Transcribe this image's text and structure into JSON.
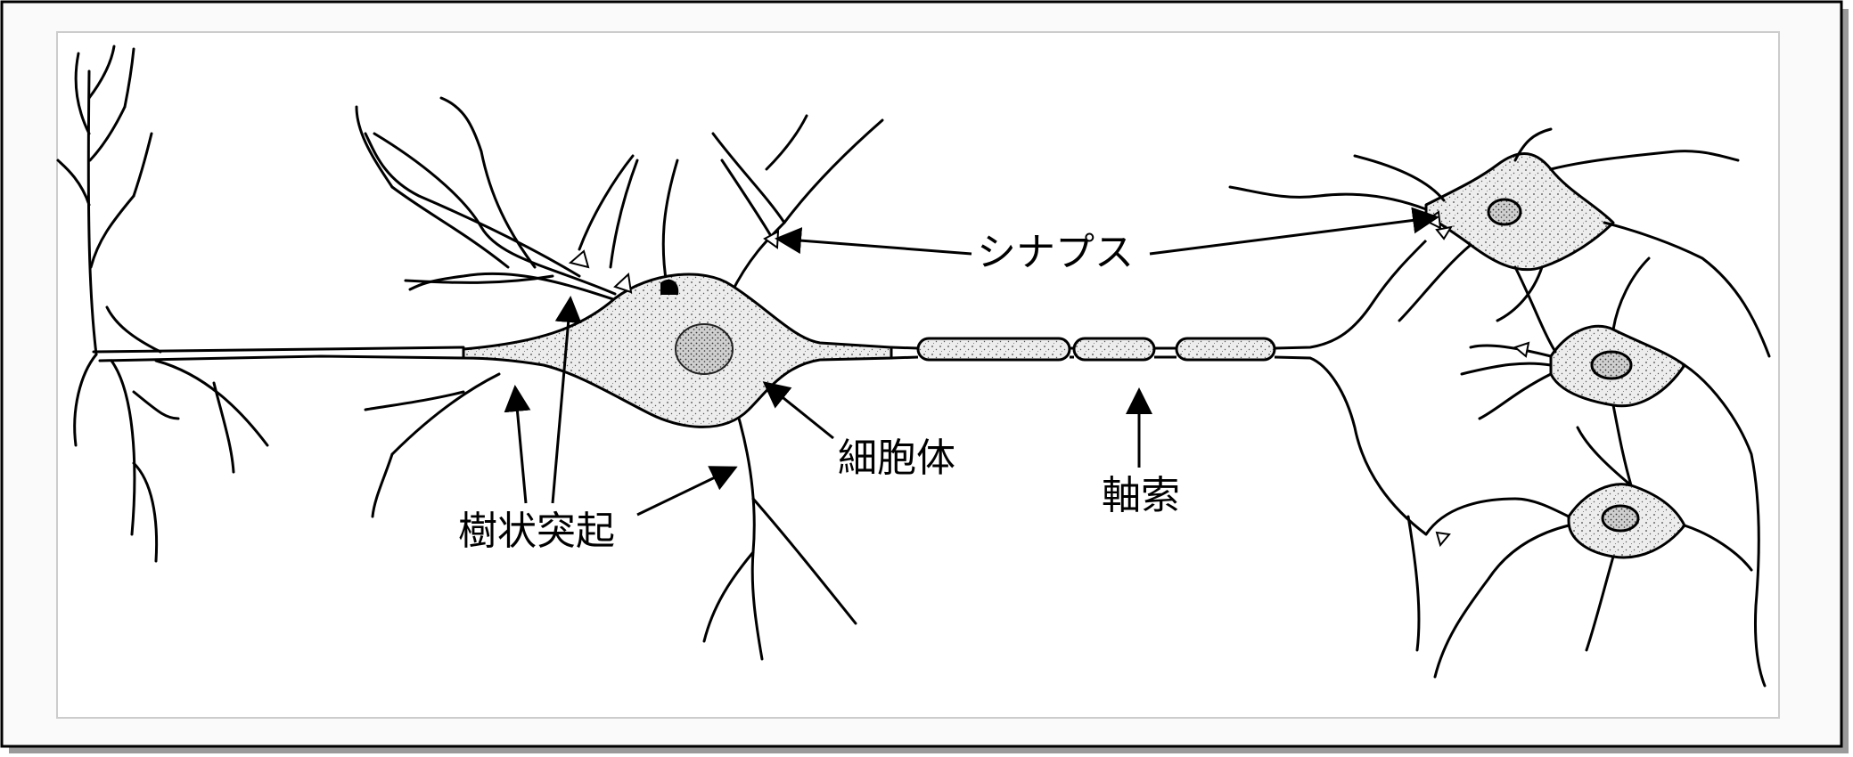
{
  "diagram": {
    "labels": {
      "synapse": "シナプス",
      "cell_body": "細胞体",
      "axon": "軸索",
      "dendrite": "樹状突起"
    },
    "colors": {
      "ink": "#000000",
      "cell_fill": "#e6e6e6",
      "frame_shadow": "#9a9a9a"
    }
  }
}
